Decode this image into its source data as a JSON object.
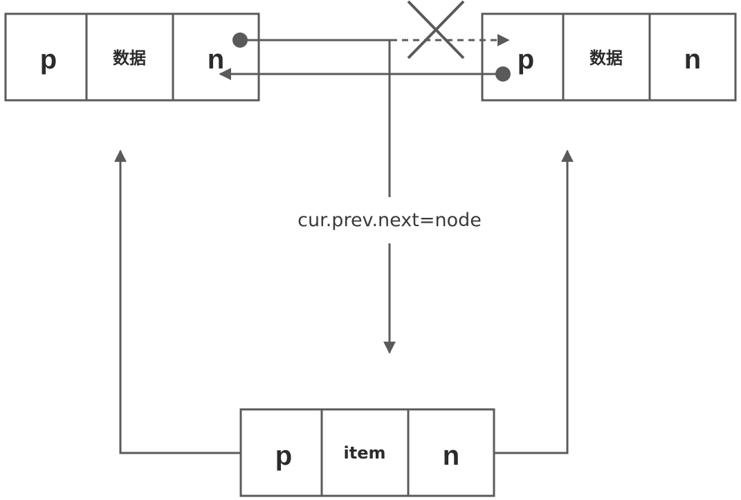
{
  "diagram": {
    "left_node": {
      "prev_label": "p",
      "data_label": "数据",
      "next_label": "n"
    },
    "right_node": {
      "prev_label": "p",
      "data_label": "数据",
      "next_label": "n"
    },
    "new_node": {
      "prev_label": "p",
      "data_label": "item",
      "next_label": "n"
    },
    "operation_label": "cur.prev.next=node",
    "colors": {
      "stroke": "#5a5a5a",
      "text": "#2b2b2b"
    },
    "icons": {
      "removed_link_marker": "x-cross-icon",
      "pointer_origin": "dot-icon",
      "pointer_head": "arrow-head-icon"
    }
  }
}
